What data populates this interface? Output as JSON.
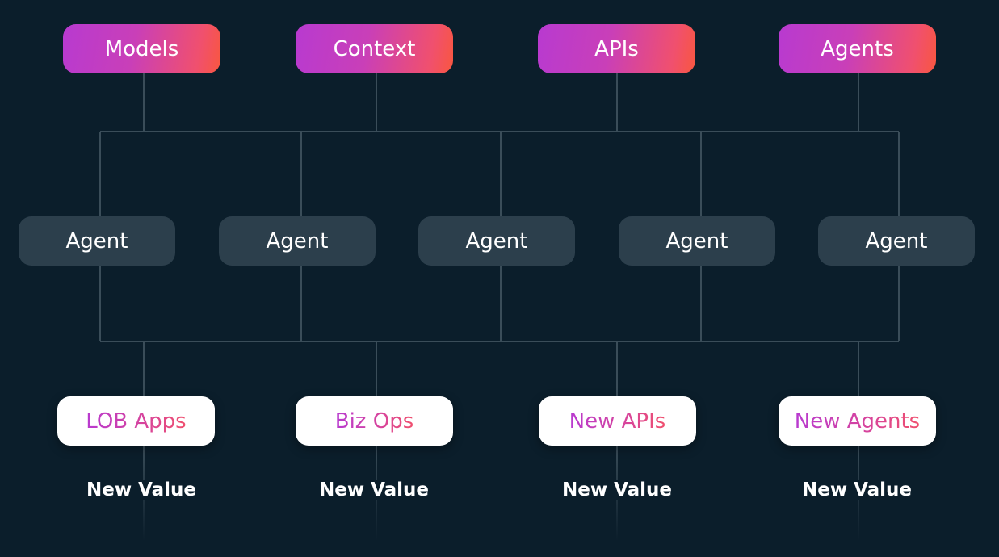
{
  "inputs": [
    "Models",
    "Context",
    "APIs",
    "Agents"
  ],
  "agents": [
    "Agent",
    "Agent",
    "Agent",
    "Agent",
    "Agent"
  ],
  "outputs": [
    "LOB Apps",
    "Biz Ops",
    "New APIs",
    "New Agents"
  ],
  "values": [
    "New Value",
    "New Value",
    "New Value",
    "New Value"
  ],
  "colors": {
    "background": "#0b1e2b",
    "connector": "#3a4d59",
    "agent_box": "#2c3f4c",
    "gradient_start": "#b83ad0",
    "gradient_end": "#f9573f",
    "output_box": "#ffffff"
  }
}
